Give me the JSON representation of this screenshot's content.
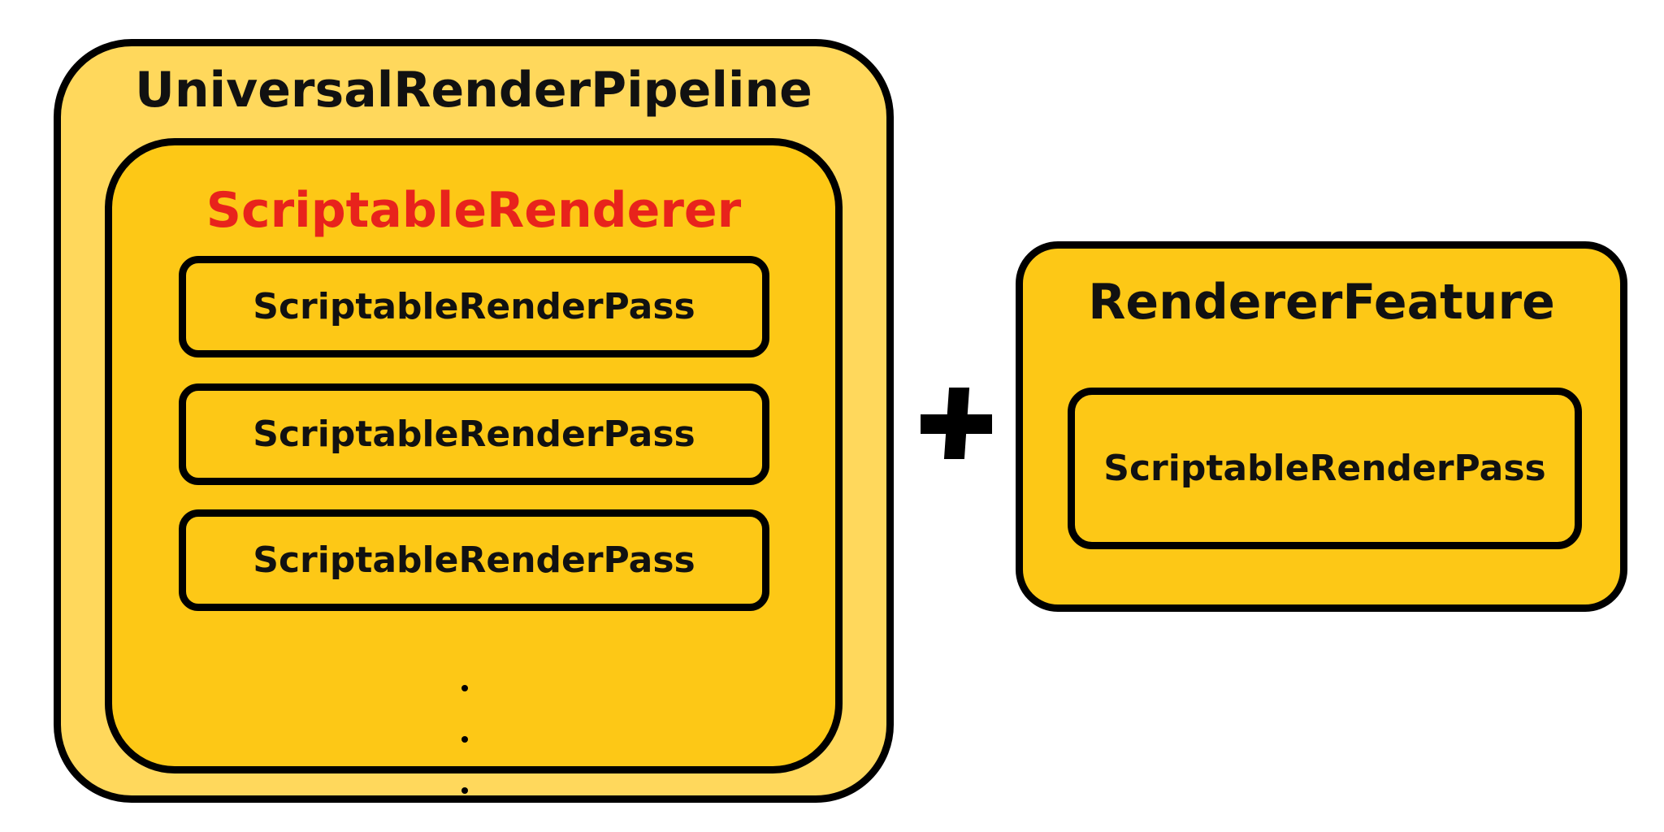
{
  "pipeline": {
    "title": "UniversalRenderPipeline",
    "renderer": {
      "title": "ScriptableRenderer",
      "passes": [
        {
          "label": "ScriptableRenderPass"
        },
        {
          "label": "ScriptableRenderPass"
        },
        {
          "label": "ScriptableRenderPass"
        }
      ],
      "ellipsis": "⋮"
    }
  },
  "plus": "+",
  "feature": {
    "title": "RendererFeature",
    "pass": {
      "label": "ScriptableRenderPass"
    }
  },
  "colors": {
    "outer_fill": "#ffd85c",
    "inner_fill": "#fdc816",
    "renderer_title": "#e8231c",
    "stroke": "#000000"
  }
}
